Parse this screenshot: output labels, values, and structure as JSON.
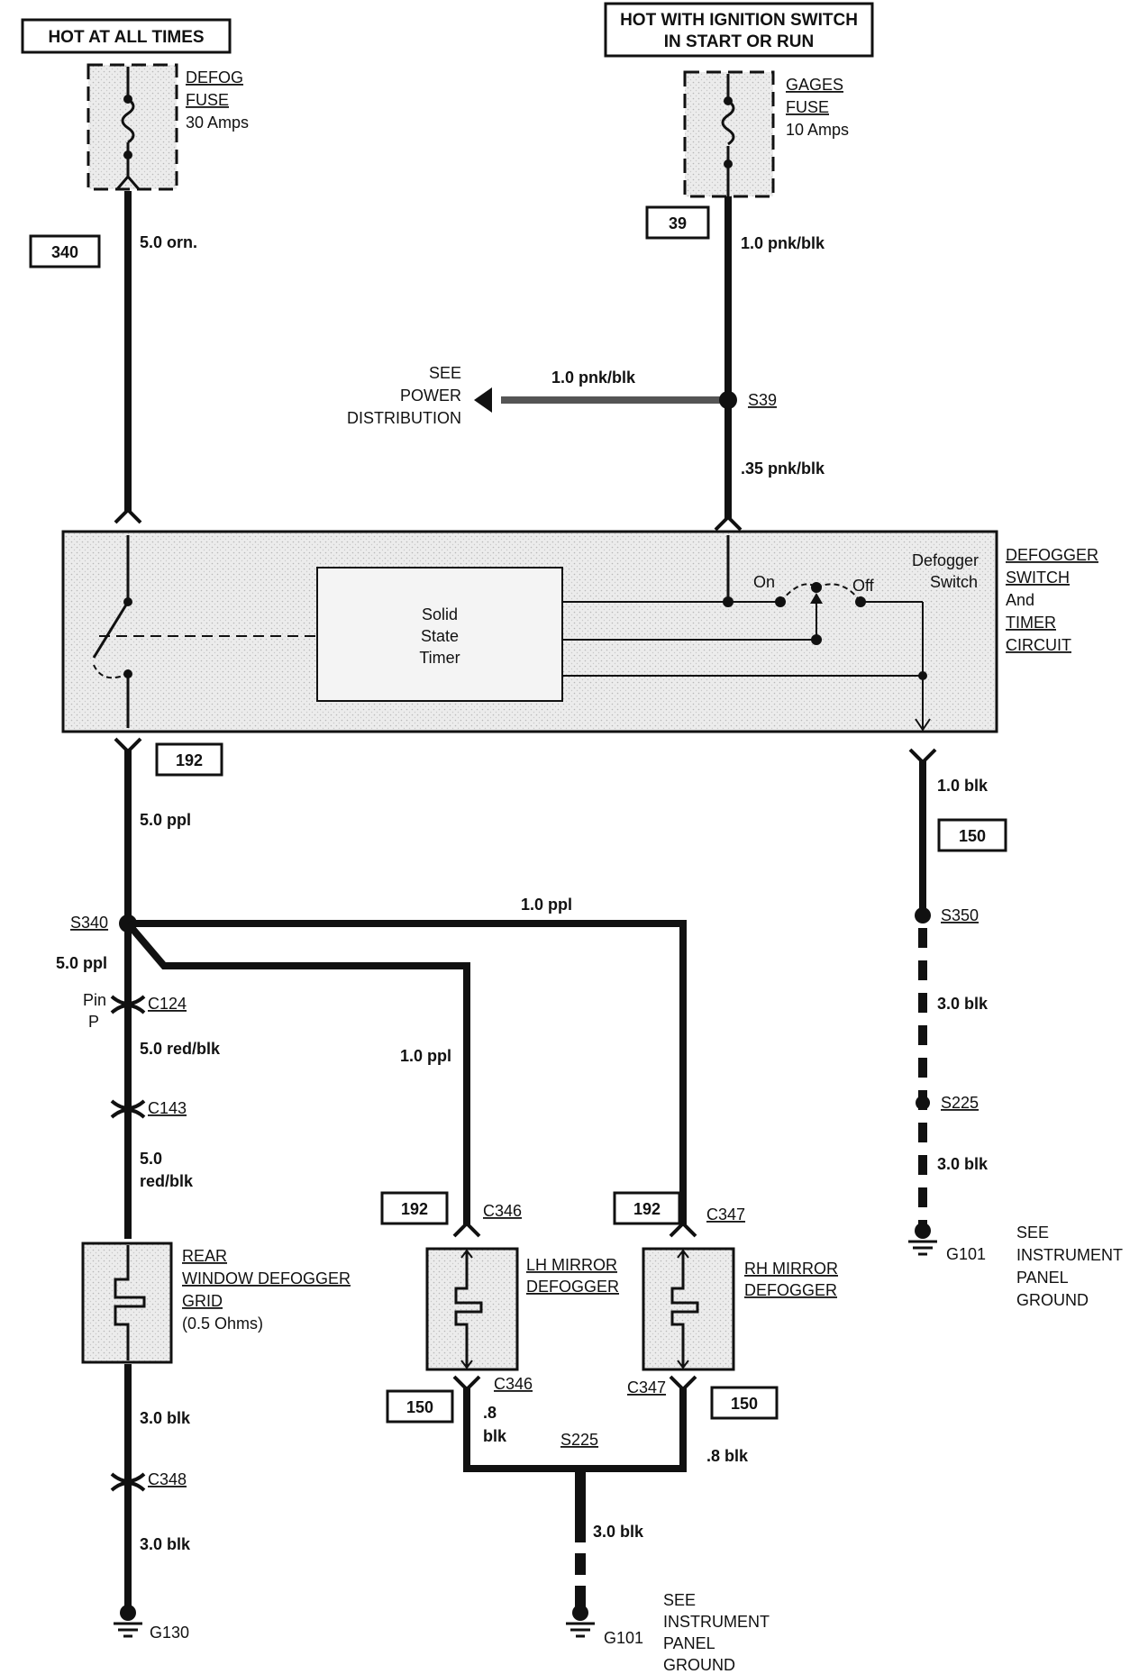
{
  "power_sources": {
    "hot_at_all_times": "HOT AT ALL TIMES",
    "hot_ign_line1": "HOT WITH IGNITION SWITCH",
    "hot_ign_line2": "IN START OR RUN"
  },
  "defog_fuse": {
    "line1": "DEFOG",
    "line2": "FUSE",
    "rating": "30 Amps"
  },
  "gages_fuse": {
    "line1": "GAGES",
    "line2": "FUSE",
    "rating": "10 Amps"
  },
  "circuits": {
    "c340": "340",
    "c39": "39",
    "c192_main": "192",
    "c150_ground": "150",
    "c192_lh": "192",
    "c192_rh": "192",
    "c150_lh": "150",
    "c150_rh": "150"
  },
  "wires": {
    "orn_5": "5.0 orn.",
    "pnkblk_1_top": "1.0 pnk/blk",
    "pnkblk_1_branch": "1.0 pnk/blk",
    "pnkblk_035": ".35 pnk/blk",
    "ppl_5_top": "5.0 ppl",
    "ppl_5_below": "5.0 ppl",
    "ppl_1_rh": "1.0 ppl",
    "ppl_1_lh": "1.0 ppl",
    "redblk_5": "5.0 red/blk",
    "redblk_5_a": "5.0",
    "redblk_5_b": "red/blk",
    "blk_3_a": "3.0 blk",
    "blk_3_b": "3.0 blk",
    "blk_1_ground": "1.0 blk",
    "blk_3_ground_a": "3.0 blk",
    "blk_3_ground_b": "3.0 blk",
    "blk_08_lh_a": ".8",
    "blk_08_lh_b": "blk",
    "blk_08_rh": ".8 blk",
    "blk_3_mirror": "3.0 blk"
  },
  "splices": {
    "s39": "S39",
    "s340": "S340",
    "s350": "S350",
    "s225_right": "S225",
    "s225_bottom": "S225"
  },
  "connectors": {
    "pin_line1": "Pin",
    "pin_line2": "P",
    "c124": "C124",
    "c143": "C143",
    "c348": "C348",
    "c346_top": "C346",
    "c347_top": "C347",
    "c346_bot": "C346",
    "c347_bot": "C347"
  },
  "power_dist_ref": {
    "line1": "SEE",
    "line2": "POWER",
    "line3": "DISTRIBUTION"
  },
  "switch_module": {
    "timer_line1": "Solid",
    "timer_line2": "State",
    "timer_line3": "Timer",
    "on": "On",
    "off": "Off",
    "defogger_switch_line1": "Defogger",
    "defogger_switch_line2": "Switch",
    "title_line1": "DEFOGGER",
    "title_line2": "SWITCH",
    "title_line3": "And",
    "title_line4": "TIMER",
    "title_line5": "CIRCUIT"
  },
  "rear_grid": {
    "line1": "REAR",
    "line2": "WINDOW DEFOGGER",
    "line3": "GRID",
    "line4": "(0.5 Ohms)"
  },
  "lh_mirror": {
    "line1": "LH MIRROR",
    "line2": "DEFOGGER"
  },
  "rh_mirror": {
    "line1": "RH MIRROR",
    "line2": "DEFOGGER"
  },
  "grounds": {
    "g130": "G130",
    "g101_right": "G101",
    "g101_bottom": "G101",
    "ipg_right": {
      "line1": "SEE",
      "line2": "INSTRUMENT",
      "line3": "PANEL",
      "line4": "GROUND"
    },
    "ipg_bottom": {
      "line1": "SEE",
      "line2": "INSTRUMENT",
      "line3": "PANEL",
      "line4": "GROUND"
    }
  },
  "colors": {
    "ink": "#111111",
    "shade": "#e6e6e6",
    "paper": "#ffffff"
  }
}
